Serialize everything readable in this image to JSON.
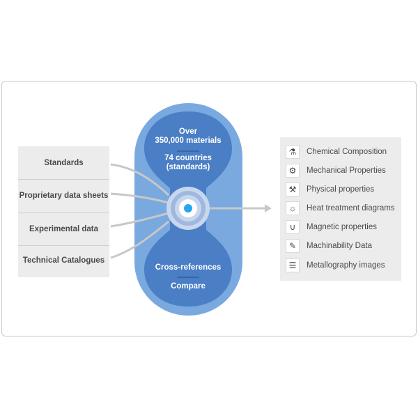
{
  "sources": [
    {
      "label": "Standards"
    },
    {
      "label": "Proprietary data sheets"
    },
    {
      "label": "Experimental data"
    },
    {
      "label": "Technical Catalogues"
    }
  ],
  "core": {
    "top_lines": [
      "Over",
      "350,000 materials"
    ],
    "middle_lines": [
      "74 countries",
      "(standards)"
    ],
    "bottom_primary": "Cross-references",
    "bottom_secondary": "Compare"
  },
  "results": [
    {
      "label": "Chemical Composition",
      "icon": "flask-icon",
      "glyph": "⚗"
    },
    {
      "label": "Mechanical Properties",
      "icon": "gear-icon",
      "glyph": "⚙"
    },
    {
      "label": "Physical properties",
      "icon": "hammer-list-icon",
      "glyph": "⚒"
    },
    {
      "label": "Heat treatment diagrams",
      "icon": "sun-icon",
      "glyph": "☼"
    },
    {
      "label": "Magnetic properties",
      "icon": "magnet-icon",
      "glyph": "∪"
    },
    {
      "label": "Machinability Data",
      "icon": "drill-icon",
      "glyph": "✎"
    },
    {
      "label": "Metallography images",
      "icon": "image-list-icon",
      "glyph": "☰"
    }
  ],
  "colors": {
    "outer_capsule": "#7aa9df",
    "inner_lobes": "#4a7ec5",
    "connector": "#c8c8c8",
    "dot": "#2aa6ee"
  }
}
